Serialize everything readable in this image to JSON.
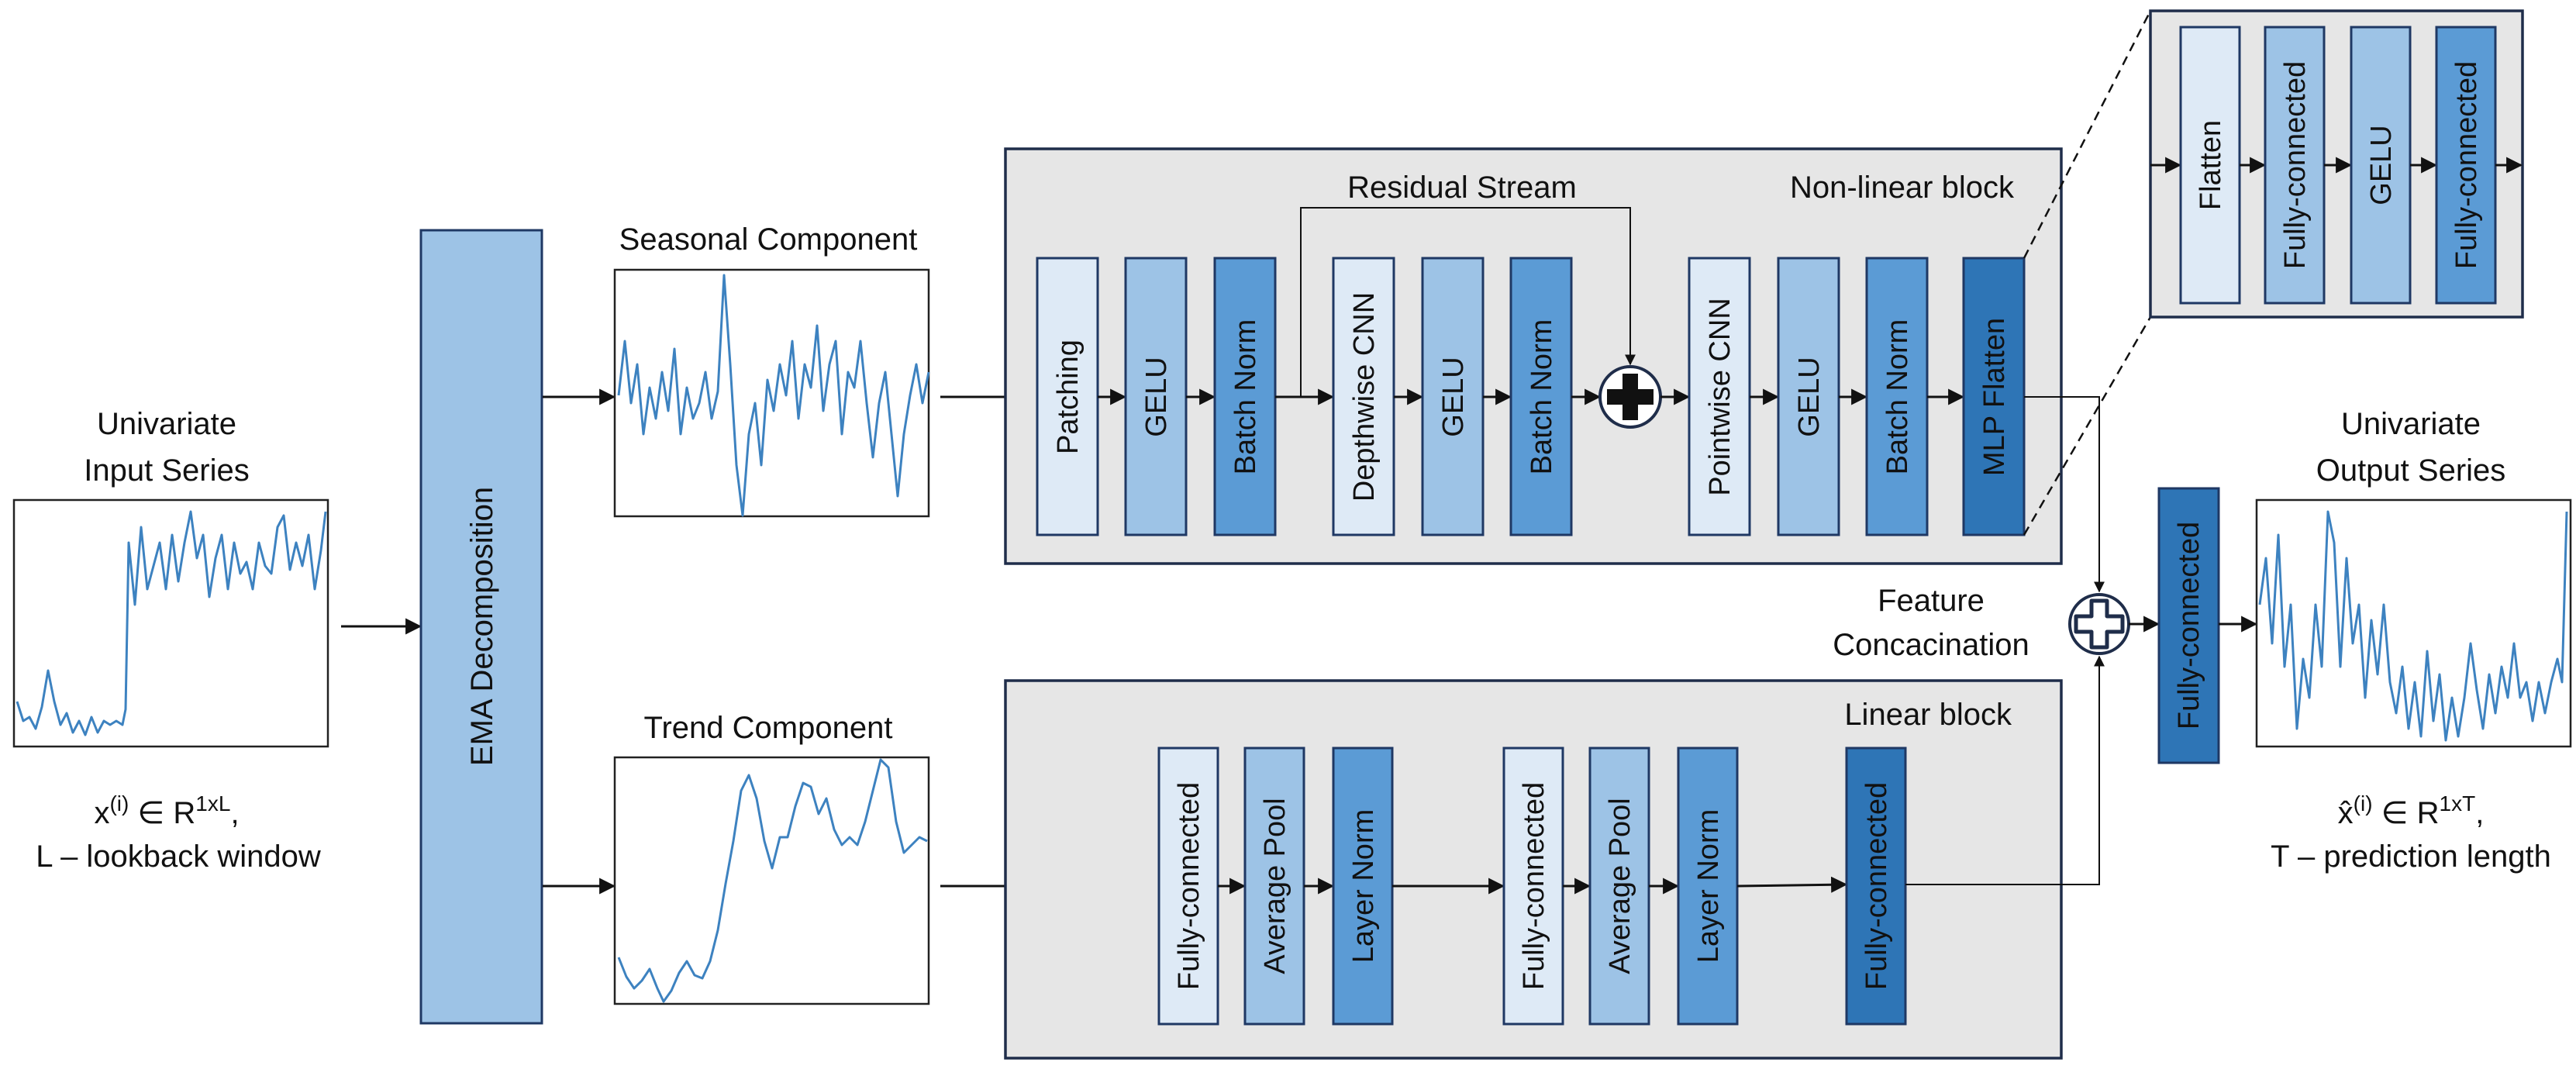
{
  "input": {
    "title_line1": "Univariate",
    "title_line2": "Input Series",
    "formula_base": "x",
    "formula_sup": "(i)",
    "formula_rel": " ∈ R",
    "formula_dim": "1xL",
    "formula_end": ",",
    "note": "L – lookback window"
  },
  "decomposition": {
    "label": "EMA Decomposition"
  },
  "seasonal": {
    "title": "Seasonal Component"
  },
  "trend": {
    "title": "Trend Component"
  },
  "nonlinear": {
    "title": "Non-linear block",
    "residual": "Residual Stream",
    "blocks": [
      "Patching",
      "GELU",
      "Batch Norm",
      "Depthwise CNN",
      "GELU",
      "Batch Norm",
      "Pointwise CNN",
      "GELU",
      "Batch Norm",
      "MLP Flatten"
    ],
    "sum_symbol": "+"
  },
  "mlp_detail": {
    "blocks": [
      "Flatten",
      "Fully-connected",
      "GELU",
      "Fully-connected"
    ]
  },
  "linear": {
    "title": "Linear block",
    "blocks": [
      "Fully-connected",
      "Average Pool",
      "Layer Norm",
      "Fully-connected",
      "Average Pool",
      "Layer Norm",
      "Fully-connected"
    ]
  },
  "concat": {
    "line1": "Feature",
    "line2": "Concacination"
  },
  "final_fc": {
    "label": "Fully-connected"
  },
  "output": {
    "title_line1": "Univariate",
    "title_line2": "Output Series",
    "formula_base": "x̂",
    "formula_sup": "(i)",
    "formula_rel": " ∈ R",
    "formula_dim": "1xT",
    "formula_end": ",",
    "note": "T – prediction length"
  },
  "colors": {
    "lightest": "#deeaf6",
    "light": "#9dc3e6",
    "medium": "#5b9bd5",
    "dark": "#2e75b6",
    "signal": "#3d82c0",
    "panel": "#e6e6e6"
  }
}
